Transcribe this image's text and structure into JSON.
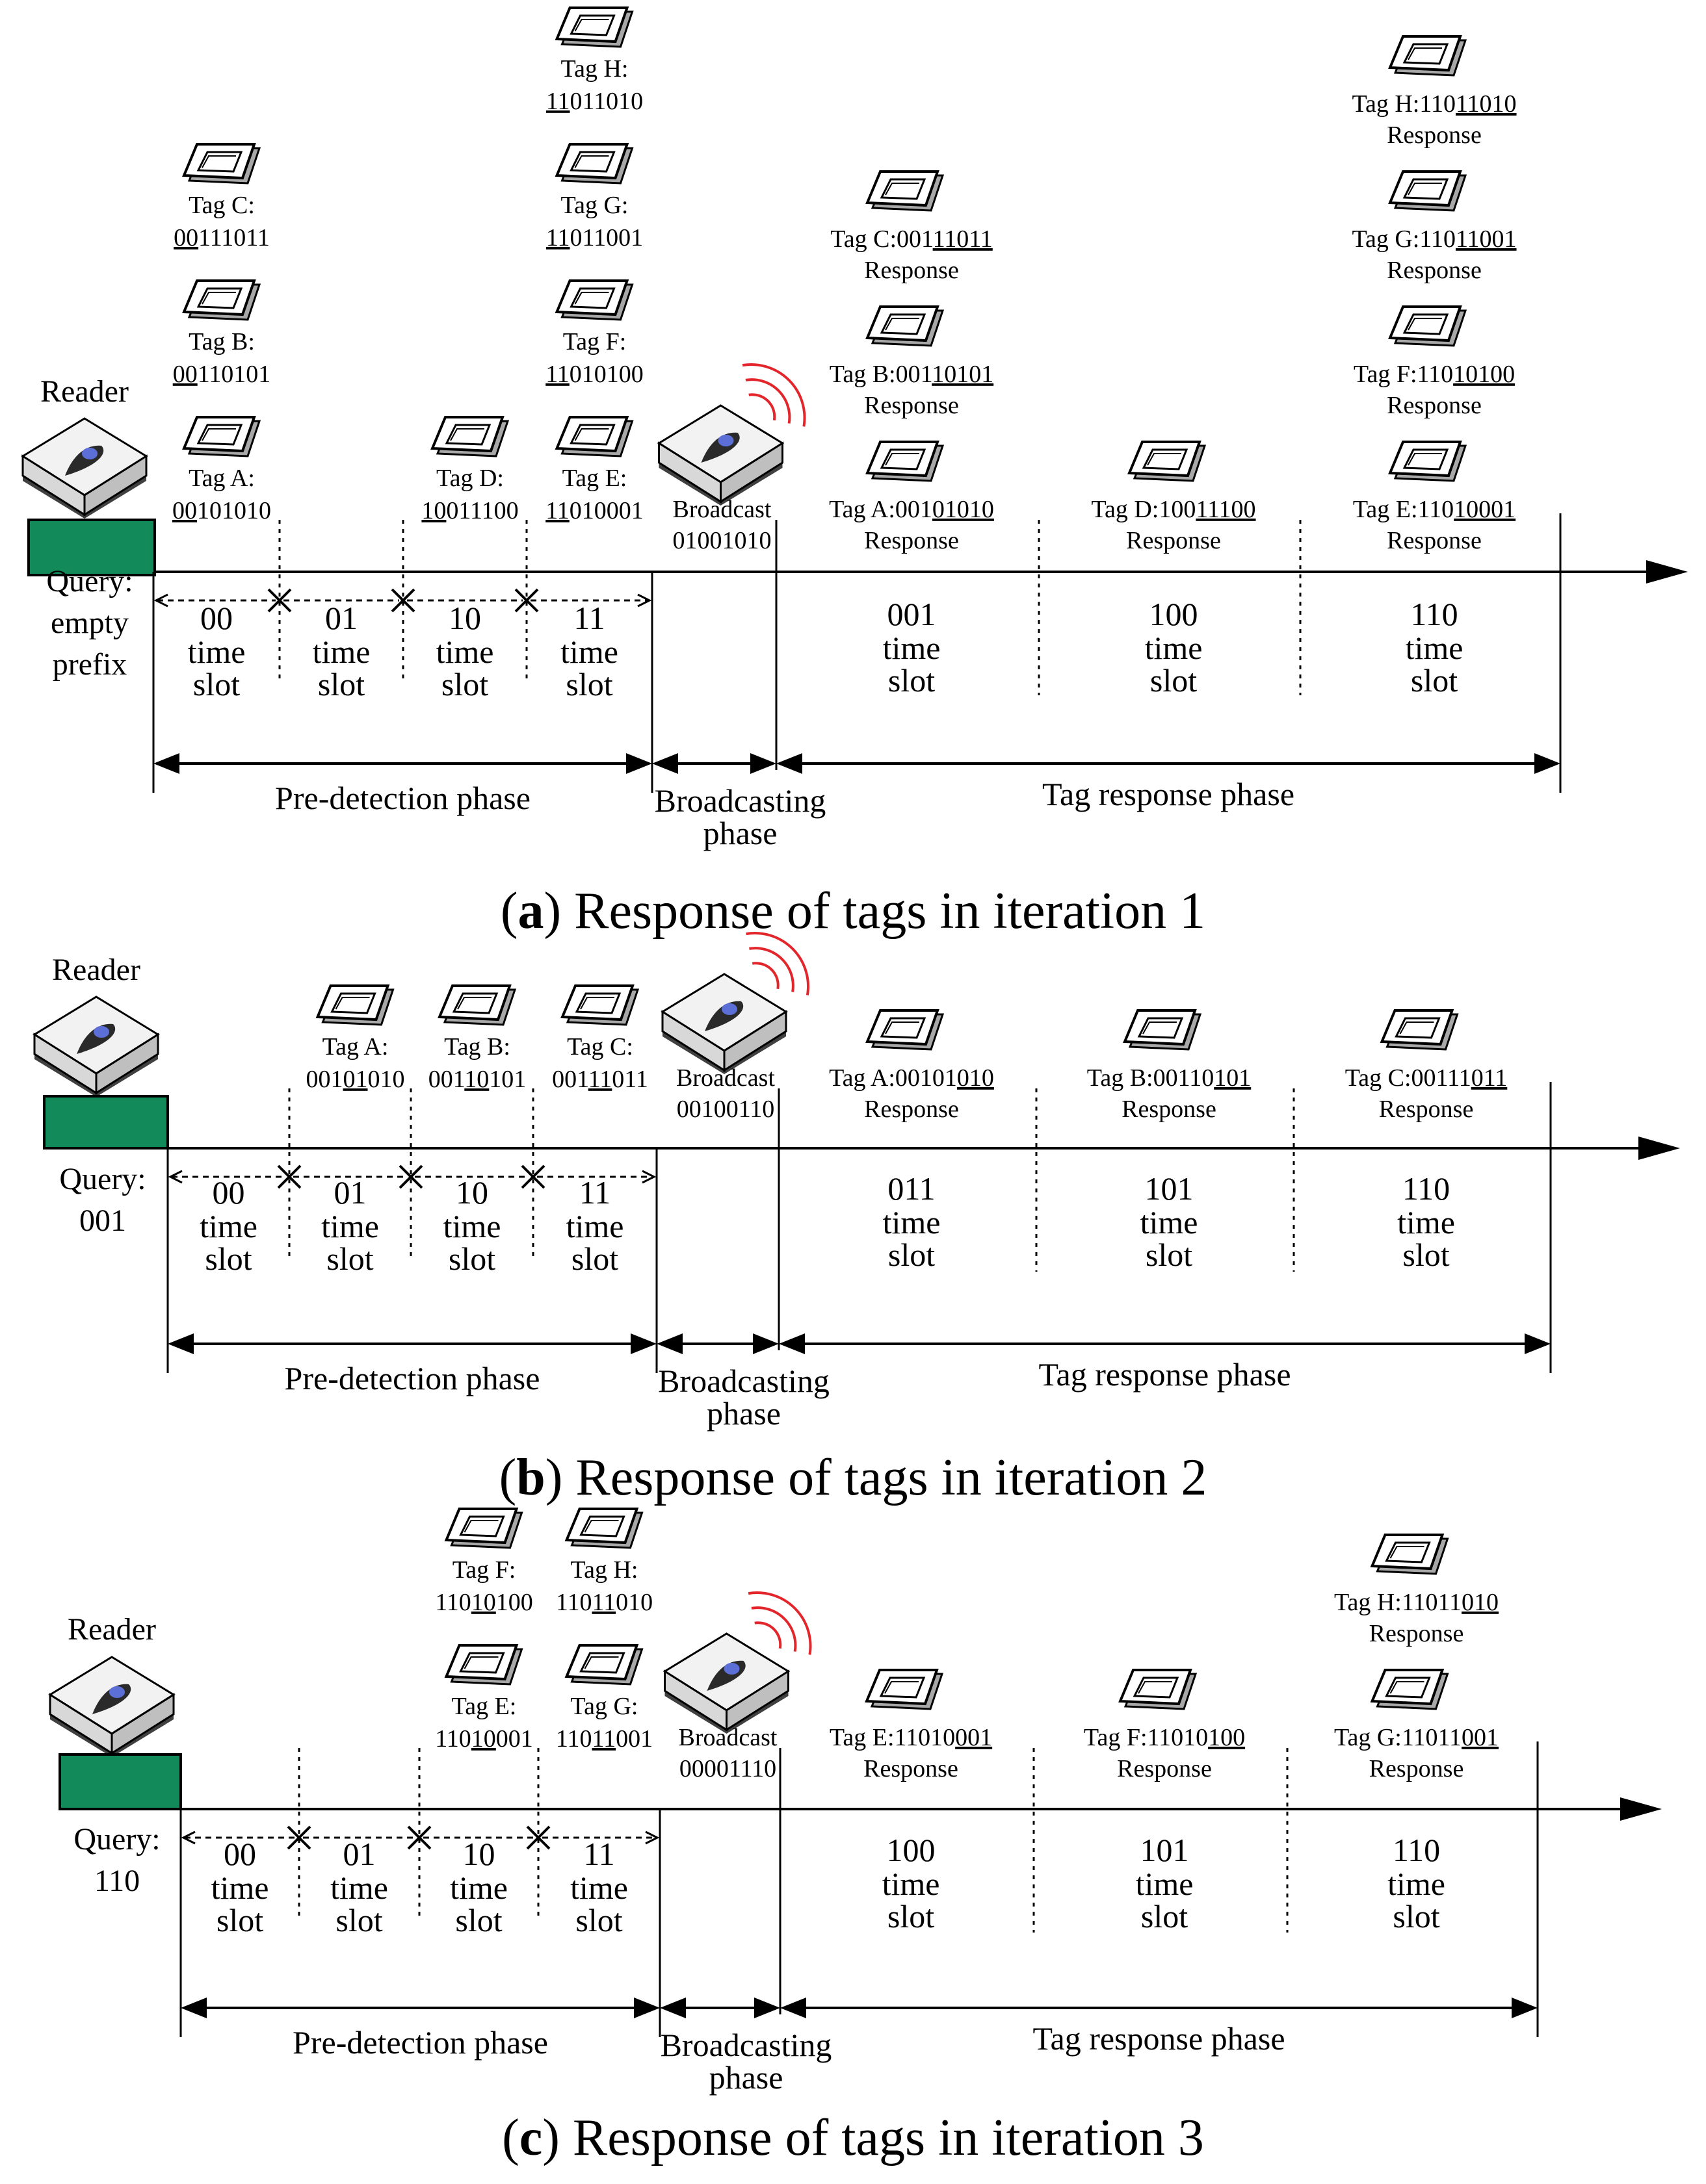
{
  "panels": [
    {
      "letter": "a",
      "caption": "Response of tags in iteration 1",
      "reader_label": "Reader",
      "query": [
        "Query:",
        "empty",
        "prefix"
      ],
      "broadcast": {
        "label": "Broadcast",
        "code": "01001010"
      },
      "predetect_slots": [
        "00",
        "01",
        "10",
        "11"
      ],
      "response_slots": [
        "001",
        "100",
        "110"
      ],
      "phases": {
        "predetection": "Pre-detection phase",
        "broadcasting": [
          "Broadcasting",
          "phase"
        ],
        "response": "Tag response phase"
      },
      "slot_words": [
        "time",
        "slot"
      ],
      "predetect_tags": [
        {
          "slot": 0,
          "tags": [
            {
              "name": "Tag A:",
              "code": [
                [
                  "00",
                  true
                ],
                [
                  "101010",
                  false
                ]
              ]
            },
            {
              "name": "Tag B:",
              "code": [
                [
                  "00",
                  true
                ],
                [
                  "110101",
                  false
                ]
              ]
            },
            {
              "name": "Tag C:",
              "code": [
                [
                  "00",
                  true
                ],
                [
                  "111011",
                  false
                ]
              ]
            }
          ]
        },
        {
          "slot": 2,
          "tags": [
            {
              "name": "Tag D:",
              "code": [
                [
                  "10",
                  true
                ],
                [
                  "011100",
                  false
                ]
              ]
            }
          ]
        },
        {
          "slot": 3,
          "tags": [
            {
              "name": "Tag E:",
              "code": [
                [
                  "11",
                  true
                ],
                [
                  "010001",
                  false
                ]
              ]
            },
            {
              "name": "Tag F:",
              "code": [
                [
                  "11",
                  true
                ],
                [
                  "010100",
                  false
                ]
              ]
            },
            {
              "name": "Tag G:",
              "code": [
                [
                  "11",
                  true
                ],
                [
                  "011001",
                  false
                ]
              ]
            },
            {
              "name": "Tag H:",
              "code": [
                [
                  "11",
                  true
                ],
                [
                  "011010",
                  false
                ]
              ]
            }
          ]
        }
      ],
      "response_tags": [
        {
          "slot": 0,
          "tags": [
            {
              "text": [
                [
                  "Tag A:001",
                  false
                ],
                [
                  "01010",
                  true
                ]
              ],
              "resp": "Response"
            },
            {
              "text": [
                [
                  "Tag B:001",
                  false
                ],
                [
                  "10101",
                  true
                ]
              ],
              "resp": "Response"
            },
            {
              "text": [
                [
                  "Tag C:001",
                  false
                ],
                [
                  "11011",
                  true
                ]
              ],
              "resp": "Response"
            }
          ]
        },
        {
          "slot": 1,
          "tags": [
            {
              "text": [
                [
                  "Tag D:100",
                  false
                ],
                [
                  "11100",
                  true
                ]
              ],
              "resp": "Response"
            }
          ]
        },
        {
          "slot": 2,
          "tags": [
            {
              "text": [
                [
                  "Tag E:110",
                  false
                ],
                [
                  "10001",
                  true
                ]
              ],
              "resp": "Response"
            },
            {
              "text": [
                [
                  "Tag F:110",
                  false
                ],
                [
                  "10100",
                  true
                ]
              ],
              "resp": "Response"
            },
            {
              "text": [
                [
                  "Tag G:110",
                  false
                ],
                [
                  "11001",
                  true
                ]
              ],
              "resp": "Response"
            },
            {
              "text": [
                [
                  "Tag H:110",
                  false
                ],
                [
                  "11010",
                  true
                ]
              ],
              "resp": "Response"
            }
          ]
        }
      ]
    },
    {
      "letter": "b",
      "caption": "Response of tags in iteration 2",
      "reader_label": "Reader",
      "query": [
        "Query:",
        "001"
      ],
      "broadcast": {
        "label": "Broadcast",
        "code": "00100110"
      },
      "predetect_slots": [
        "00",
        "01",
        "10",
        "11"
      ],
      "response_slots": [
        "011",
        "101",
        "110"
      ],
      "phases": {
        "predetection": "Pre-detection phase",
        "broadcasting": [
          "Broadcasting",
          "phase"
        ],
        "response": "Tag response phase"
      },
      "slot_words": [
        "time",
        "slot"
      ],
      "predetect_tags": [
        {
          "slot": 1,
          "tags": [
            {
              "name": "Tag A:",
              "code": [
                [
                  "001",
                  false
                ],
                [
                  "01",
                  true
                ],
                [
                  "010",
                  false
                ]
              ]
            }
          ]
        },
        {
          "slot": 2,
          "tags": [
            {
              "name": "Tag B:",
              "code": [
                [
                  "001",
                  false
                ],
                [
                  "10",
                  true
                ],
                [
                  "101",
                  false
                ]
              ]
            }
          ]
        },
        {
          "slot": 3,
          "tags": [
            {
              "name": "Tag C:",
              "code": [
                [
                  "001",
                  false
                ],
                [
                  "11",
                  true
                ],
                [
                  "011",
                  false
                ]
              ]
            }
          ]
        }
      ],
      "response_tags": [
        {
          "slot": 0,
          "tags": [
            {
              "text": [
                [
                  "Tag A:00101",
                  false
                ],
                [
                  "010",
                  true
                ]
              ],
              "resp": "Response"
            }
          ]
        },
        {
          "slot": 1,
          "tags": [
            {
              "text": [
                [
                  "Tag B:00110",
                  false
                ],
                [
                  "101",
                  true
                ]
              ],
              "resp": "Response"
            }
          ]
        },
        {
          "slot": 2,
          "tags": [
            {
              "text": [
                [
                  "Tag C:00111",
                  false
                ],
                [
                  "011",
                  true
                ]
              ],
              "resp": "Response"
            }
          ]
        }
      ]
    },
    {
      "letter": "c",
      "caption": "Response of tags in iteration 3",
      "reader_label": "Reader",
      "query": [
        "Query:",
        "110"
      ],
      "broadcast": {
        "label": "Broadcast",
        "code": "00001110"
      },
      "predetect_slots": [
        "00",
        "01",
        "10",
        "11"
      ],
      "response_slots": [
        "100",
        "101",
        "110"
      ],
      "phases": {
        "predetection": "Pre-detection phase",
        "broadcasting": [
          "Broadcasting",
          "phase"
        ],
        "response": "Tag response phase"
      },
      "slot_words": [
        "time",
        "slot"
      ],
      "predetect_tags": [
        {
          "slot": 2,
          "tags": [
            {
              "name": "Tag E:",
              "code": [
                [
                  "110",
                  false
                ],
                [
                  "10",
                  true
                ],
                [
                  "001",
                  false
                ]
              ]
            },
            {
              "name": "Tag F:",
              "code": [
                [
                  "110",
                  false
                ],
                [
                  "10",
                  true
                ],
                [
                  "100",
                  false
                ]
              ]
            }
          ]
        },
        {
          "slot": 3,
          "tags": [
            {
              "name": "Tag G:",
              "code": [
                [
                  "110",
                  false
                ],
                [
                  "11",
                  true
                ],
                [
                  "001",
                  false
                ]
              ]
            },
            {
              "name": "Tag H:",
              "code": [
                [
                  "110",
                  false
                ],
                [
                  "11",
                  true
                ],
                [
                  "010",
                  false
                ]
              ]
            }
          ]
        }
      ],
      "response_tags": [
        {
          "slot": 0,
          "tags": [
            {
              "text": [
                [
                  "Tag E:11010",
                  false
                ],
                [
                  "001",
                  true
                ]
              ],
              "resp": "Response"
            }
          ]
        },
        {
          "slot": 1,
          "tags": [
            {
              "text": [
                [
                  "Tag F:11010",
                  false
                ],
                [
                  "100",
                  true
                ]
              ],
              "resp": "Response"
            }
          ]
        },
        {
          "slot": 2,
          "tags": [
            {
              "text": [
                [
                  "Tag G:11011",
                  false
                ],
                [
                  "001",
                  true
                ]
              ],
              "resp": "Response"
            },
            {
              "text": [
                [
                  "Tag H:11011",
                  false
                ],
                [
                  "010",
                  true
                ]
              ],
              "resp": "Response"
            }
          ]
        }
      ]
    }
  ],
  "colors": {
    "reader_box": "#138a5a",
    "signal": "#e3262b",
    "reader_dot": "#5b6fd6",
    "line": "#000000"
  }
}
